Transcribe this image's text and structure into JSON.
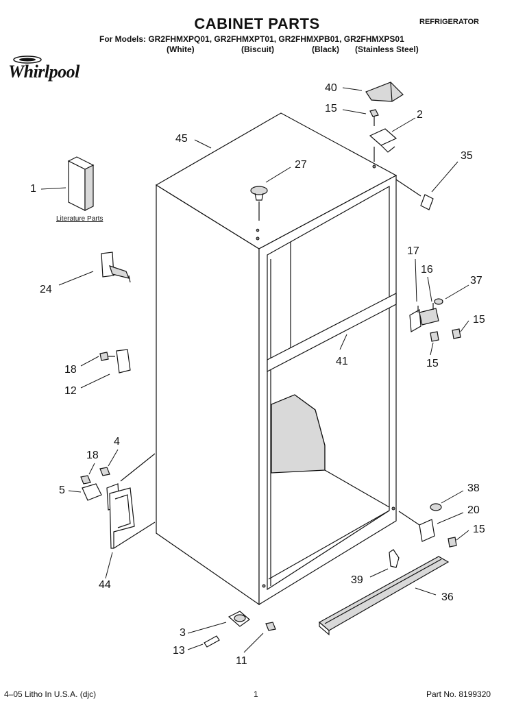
{
  "header": {
    "title": "CABINET PARTS",
    "category": "REFRIGERATOR",
    "models_line": "For Models: GR2FHMXPQ01, GR2FHMXPT01, GR2FHMXPB01, GR2FHMXPS01",
    "finishes": [
      "(White)",
      "(Biscuit)",
      "(Black)",
      "(Stainless Steel)"
    ],
    "brand": "Whirlpool"
  },
  "literature_label": "Literature Parts",
  "callouts": [
    "40",
    "15",
    "2",
    "45",
    "27",
    "35",
    "1",
    "24",
    "17",
    "16",
    "37",
    "15",
    "41",
    "15",
    "18",
    "12",
    "4",
    "18",
    "5",
    "44",
    "38",
    "20",
    "15",
    "39",
    "36",
    "3",
    "13",
    "11"
  ],
  "footer": {
    "left": "4–05 Litho In U.S.A. (djc)",
    "page": "1",
    "part_no": "Part No. 8199320"
  }
}
